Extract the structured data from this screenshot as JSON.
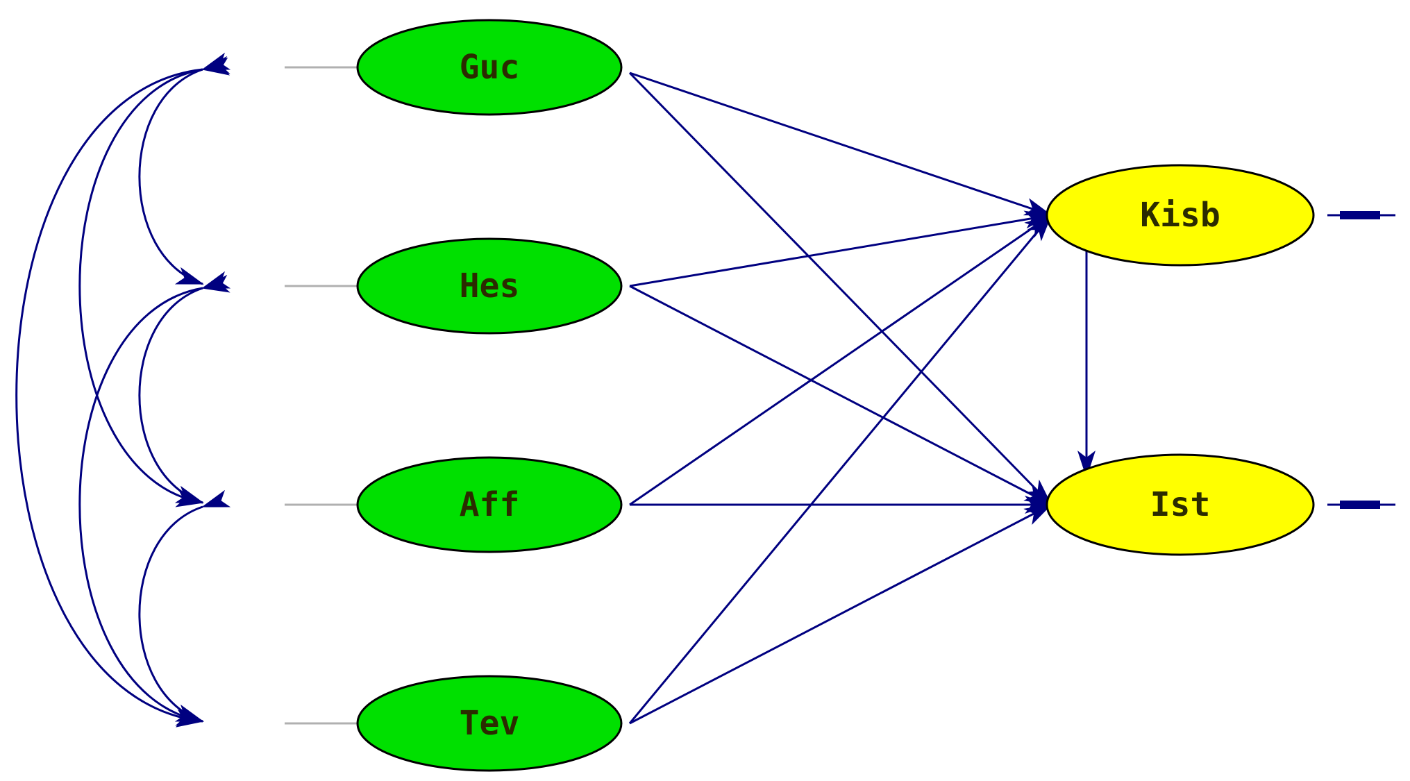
{
  "diagram": {
    "exogenous": [
      {
        "id": "guc",
        "label": "Guc"
      },
      {
        "id": "hes",
        "label": "Hes"
      },
      {
        "id": "aff",
        "label": "Aff"
      },
      {
        "id": "tev",
        "label": "Tev"
      }
    ],
    "endogenous": [
      {
        "id": "kisb",
        "label": "Kisb"
      },
      {
        "id": "ist",
        "label": "Ist"
      }
    ],
    "paths": [
      [
        "guc",
        "kisb"
      ],
      [
        "guc",
        "ist"
      ],
      [
        "hes",
        "kisb"
      ],
      [
        "hes",
        "ist"
      ],
      [
        "aff",
        "kisb"
      ],
      [
        "aff",
        "ist"
      ],
      [
        "tev",
        "kisb"
      ],
      [
        "tev",
        "ist"
      ],
      [
        "kisb",
        "ist"
      ]
    ],
    "covariances": [
      [
        "guc",
        "hes"
      ],
      [
        "guc",
        "aff"
      ],
      [
        "guc",
        "tev"
      ],
      [
        "hes",
        "aff"
      ],
      [
        "hes",
        "tev"
      ],
      [
        "aff",
        "tev"
      ]
    ],
    "colors": {
      "exogenous_fill": "#00e000",
      "endogenous_fill": "#ffff00",
      "arrow": "#000080",
      "stub": "#b0b0b0",
      "outline": "#000000"
    }
  }
}
